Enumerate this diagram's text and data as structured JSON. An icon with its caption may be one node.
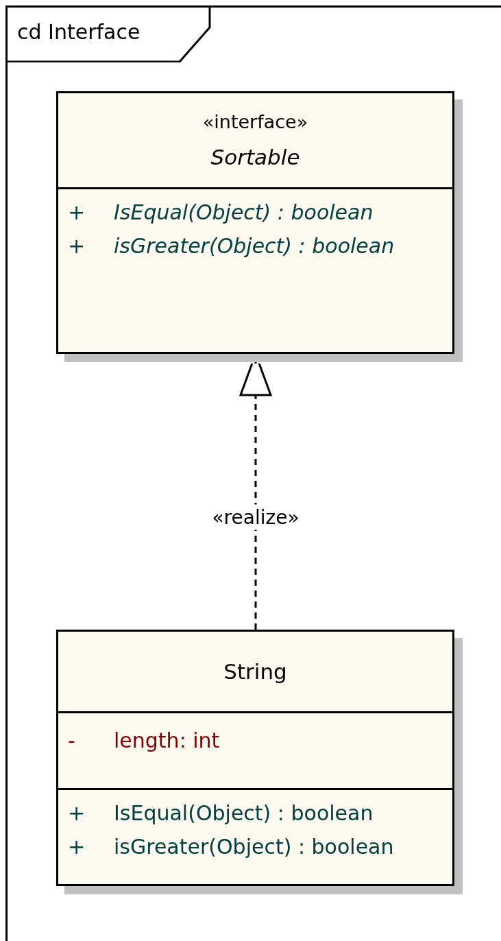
{
  "diagram": {
    "nodes": [
      {
        "text": [
          "cd Interface"
        ]
      },
      {
        "text": [
          "«interface»",
          "Sortable",
          "+",
          "IsEqual(Object) : boolean",
          "+",
          "isGreater(Object) : boolean"
        ],
        "in": 0
      },
      {
        "text": [
          "String",
          "-",
          "length:  int",
          "+",
          "IsEqual(Object) : boolean",
          "+",
          "isGreater(Object) : boolean"
        ],
        "in": 0
      }
    ],
    "edges": [
      {
        "from": 2,
        "to": 1,
        "arrow": "to",
        "style": "dashed",
        "label": "«realize»"
      }
    ]
  }
}
